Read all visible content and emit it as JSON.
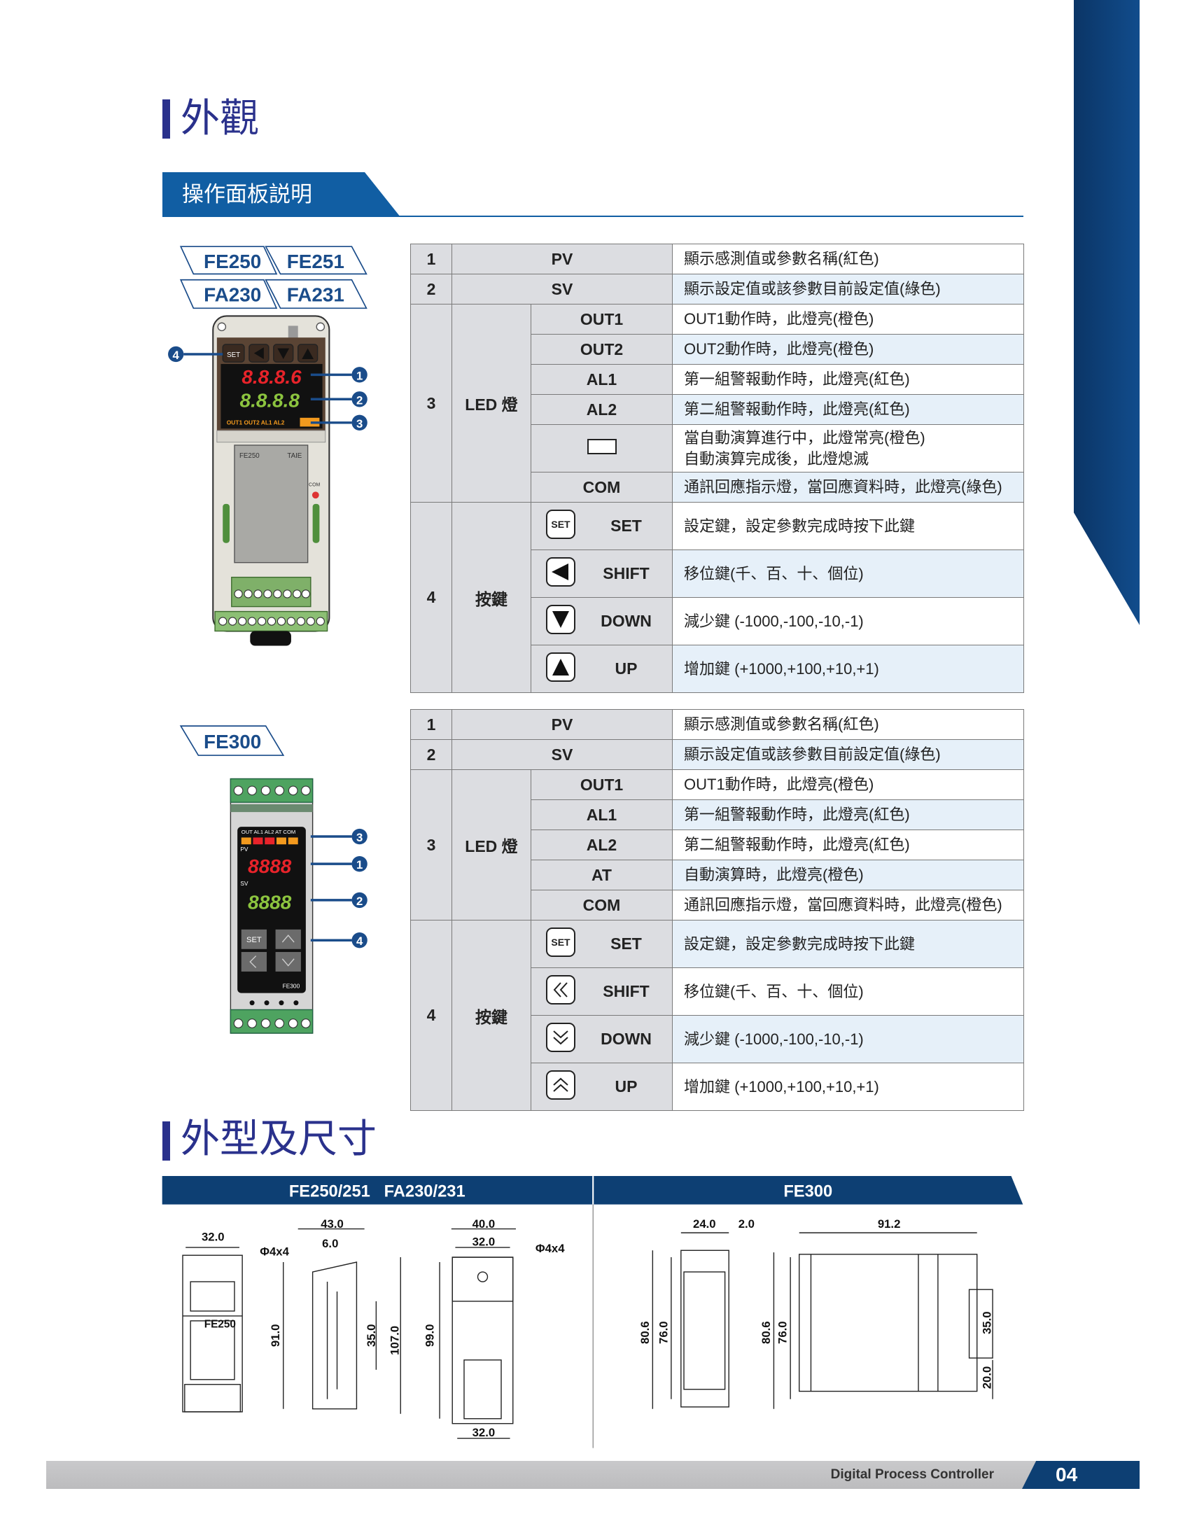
{
  "heading_appearance": "外觀",
  "section_panel": "操作面板説明",
  "heading_dimensions": "外型及尺寸",
  "model_labels_top": [
    "FE250",
    "FE251",
    "FA230",
    "FA231"
  ],
  "model_label_fe300": "FE300",
  "device_fe250": {
    "pv": "8.8.8.6",
    "sv": "8.8.8.8",
    "set": "SET",
    "leds": "OUT1 OUT2 AL1 AL2",
    "model": "FE250",
    "brand": "TAIE",
    "com": "COM"
  },
  "device_fe300": {
    "leds": "OUT AL1 AL2 AT COM",
    "pv_label": "PV",
    "sv_label": "SV",
    "pv": "8888",
    "sv": "8888",
    "set": "SET",
    "model": "FE300"
  },
  "callouts": [
    "1",
    "2",
    "3",
    "4"
  ],
  "colors": {
    "title": "#2a318c",
    "banner": "#115ea3",
    "navy": "#0d3f73",
    "alt_row": "#e6f0f9"
  },
  "tables": [
    {
      "simple": [
        {
          "num": "1",
          "name": "PV",
          "desc": "顯示感測值或參數名稱(紅色)"
        },
        {
          "num": "2",
          "name": "SV",
          "desc": "顯示設定值或該參數目前設定值(綠色)"
        }
      ],
      "led": {
        "num": "3",
        "label": "LED 燈",
        "items": [
          {
            "name": "OUT1",
            "desc": "OUT1動作時，此燈亮(橙色)"
          },
          {
            "name": "OUT2",
            "desc": "OUT2動作時，此燈亮(橙色)"
          },
          {
            "name": "AL1",
            "desc": "第一組警報動作時，此燈亮(紅色)"
          },
          {
            "name": "AL2",
            "desc": "第二組警報動作時，此燈亮(紅色)"
          },
          {
            "name": "",
            "icon": "rectangle",
            "desc": "當自動演算進行中，此燈常亮(橙色)\n自動演算完成後，此燈熄滅"
          },
          {
            "name": "COM",
            "desc": "通訊回應指示燈，當回應資料時，此燈亮(綠色)"
          }
        ]
      },
      "keys": {
        "num": "4",
        "label": "按鍵",
        "items": [
          {
            "icon": "set",
            "name": "SET",
            "desc": "設定鍵，設定參數完成時按下此鍵"
          },
          {
            "icon": "triangle-left",
            "name": "SHIFT",
            "desc": "移位鍵(千、百、十、個位)"
          },
          {
            "icon": "triangle-down",
            "name": "DOWN",
            "desc": "減少鍵 (-1000,-100,-10,-1)"
          },
          {
            "icon": "triangle-up",
            "name": "UP",
            "desc": "增加鍵 (+1000,+100,+10,+1)"
          }
        ]
      }
    },
    {
      "simple": [
        {
          "num": "1",
          "name": "PV",
          "desc": "顯示感測值或參數名稱(紅色)"
        },
        {
          "num": "2",
          "name": "SV",
          "desc": "顯示設定值或該參數目前設定值(綠色)"
        }
      ],
      "led": {
        "num": "3",
        "label": "LED 燈",
        "items": [
          {
            "name": "OUT1",
            "desc": "OUT1動作時，此燈亮(橙色)"
          },
          {
            "name": "AL1",
            "desc": "第一組警報動作時，此燈亮(紅色)"
          },
          {
            "name": "AL2",
            "desc": "第二組警報動作時，此燈亮(紅色)"
          },
          {
            "name": "AT",
            "desc": "自動演算時，此燈亮(橙色)"
          },
          {
            "name": "COM",
            "desc": "通訊回應指示燈，當回應資料時，此燈亮(橙色)"
          }
        ]
      },
      "keys": {
        "num": "4",
        "label": "按鍵",
        "items": [
          {
            "icon": "set",
            "name": "SET",
            "desc": "設定鍵，設定參數完成時按下此鍵"
          },
          {
            "icon": "chevron-double-left",
            "name": "SHIFT",
            "desc": "移位鍵(千、百、十、個位)"
          },
          {
            "icon": "chevron-double-down",
            "name": "DOWN",
            "desc": "減少鍵 (-1000,-100,-10,-1)"
          },
          {
            "icon": "chevron-double-up",
            "name": "UP",
            "desc": "增加鍵 (+1000,+100,+10,+1)"
          }
        ]
      }
    }
  ],
  "dim_banner": {
    "left": "FE250/251   FA230/231",
    "right": "FE300"
  },
  "dims_fe250": {
    "front_w": "32.0",
    "hole1": "Φ4x4",
    "side_d": "43.0",
    "side_lip": "6.0",
    "side_h": "91.0",
    "rail": "35.0",
    "total_h": "107.0",
    "back_w": "40.0",
    "back_inner": "32.0",
    "hole2": "Φ4x4",
    "back_h": "99.0",
    "back_bottom": "32.0",
    "front_label": "FE250"
  },
  "dims_fe300": {
    "front_w": "24.0",
    "gap": "2.0",
    "depth": "91.2",
    "h1": "80.6",
    "h2": "76.0",
    "h3": "80.6",
    "h4": "76.0",
    "rail": "35.0",
    "bottom": "20.0"
  },
  "footer": {
    "text": "Digital Process Controller",
    "page": "04"
  }
}
